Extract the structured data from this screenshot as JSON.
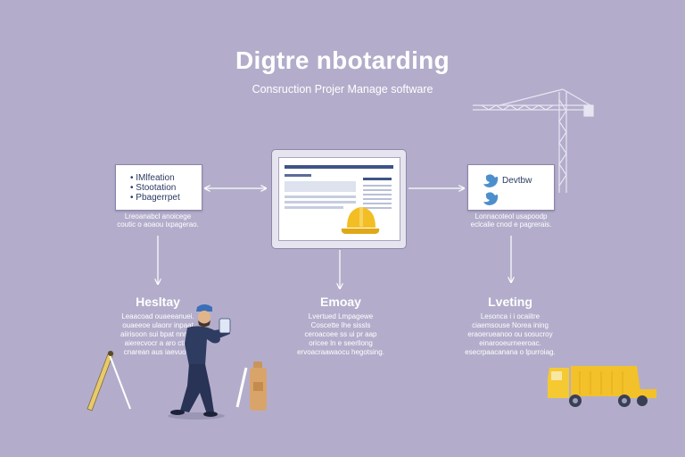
{
  "header": {
    "title": "Digtre nbotarding",
    "subtitle": "Consruction Projer Manage software"
  },
  "left_card": {
    "items": [
      "IMlfeation",
      "Stootation",
      "Pbagerrpet"
    ],
    "caption": [
      "Lreoanabcl anoicege",
      "coutic o aoaou ixpagerao."
    ]
  },
  "center_device": {
    "caption": "Emoay",
    "text": [
      "Lvertued Lmpagewe",
      "Coscette Ihe sissls",
      "ceroacoee ss ui pr aap",
      "oricee ln e seerllong",
      "ervoacraawaocu hegotsing."
    ]
  },
  "right_card": {
    "label": "Devtbw",
    "caption": [
      "Lonnacoteol usapoodp",
      "eclcalie cnod e pagrerais."
    ]
  },
  "columns": {
    "left": {
      "title": "Hesltay",
      "text": [
        "Leaacoad ouaeeanuei.",
        "ouaeeoe ulaonr inpaat",
        "aiirisoon sui bpat nnnso",
        "aierecvocr a aro ctire",
        "cnarean aus iaevuoe."
      ]
    },
    "right": {
      "title": "Lveting",
      "text": [
        "Lesonca i i ocaiitre",
        "ciaemsouse Norea ining",
        "eraoerueanoo ou sosucroy",
        "einarooeurneeroac.",
        "esecrpaacanana o lpurroiag."
      ]
    }
  },
  "colors": {
    "background": "#b3adcb",
    "text": "#ffffff",
    "card_border": "#8b86a8",
    "helmet": "#f3be24",
    "truck": "#f3c12a",
    "crane": "#e6e3ef",
    "worker_suit": "#2f3c62"
  },
  "icons": [
    "hard-hat-icon",
    "bird-icon",
    "crane-icon",
    "truck-icon",
    "worker-icon",
    "level-tool-icon",
    "bottle-icon"
  ]
}
